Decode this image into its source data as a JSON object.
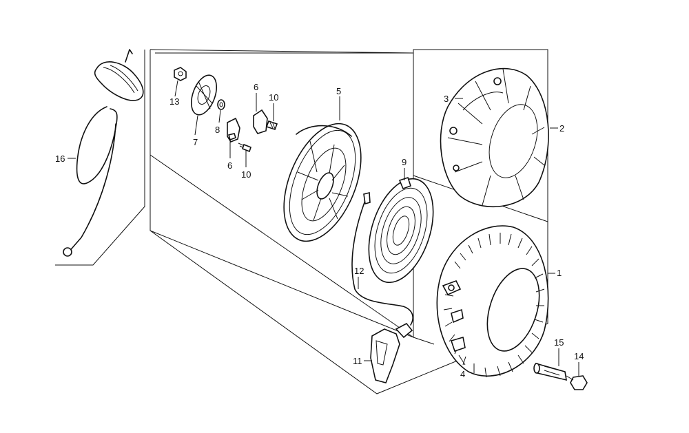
{
  "parts": [
    {
      "id": "1",
      "label": "1"
    },
    {
      "id": "2",
      "label": "2"
    },
    {
      "id": "3",
      "label": "3"
    },
    {
      "id": "4",
      "label": "4"
    },
    {
      "id": "5",
      "label": "5"
    },
    {
      "id": "6a",
      "label": "6"
    },
    {
      "id": "6b",
      "label": "6"
    },
    {
      "id": "7",
      "label": "7"
    },
    {
      "id": "8",
      "label": "8"
    },
    {
      "id": "9",
      "label": "9"
    },
    {
      "id": "10a",
      "label": "10"
    },
    {
      "id": "10b",
      "label": "10"
    },
    {
      "id": "11",
      "label": "11"
    },
    {
      "id": "12",
      "label": "12"
    },
    {
      "id": "13",
      "label": "13"
    },
    {
      "id": "14",
      "label": "14"
    },
    {
      "id": "15",
      "label": "15"
    },
    {
      "id": "16",
      "label": "16"
    }
  ]
}
